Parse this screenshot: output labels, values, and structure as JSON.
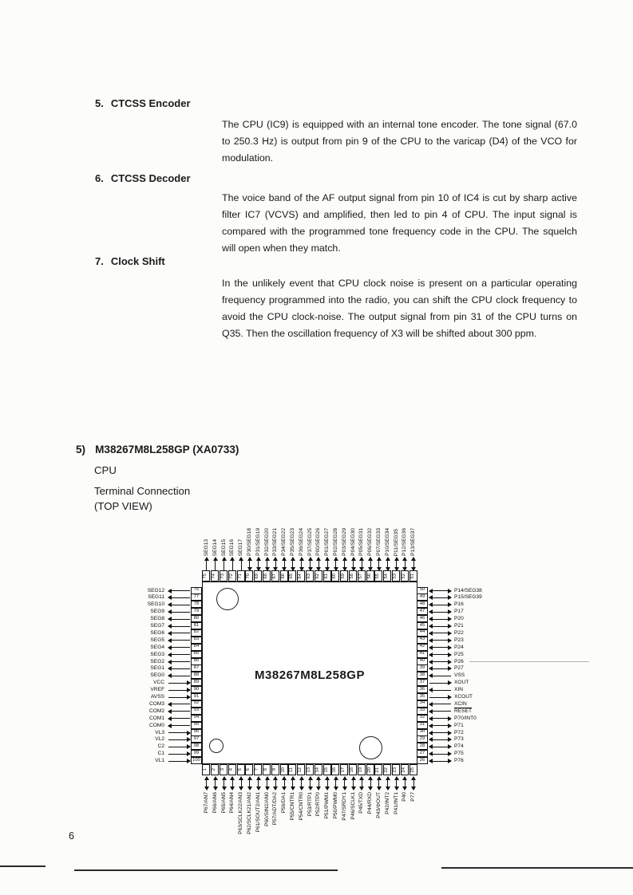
{
  "page": {
    "number": "6"
  },
  "colors": {
    "ink": "#1a1a1a",
    "paper": "#fcfcfa"
  },
  "sections": [
    {
      "num": "5.",
      "title": "CTCSS Encoder",
      "body": "The CPU (IC9) is equipped with an internal tone encoder. The tone signal (67.0 to 250.3 Hz) is output from pin 9 of the CPU to the varicap (D4) of the VCO for modulation."
    },
    {
      "num": "6.",
      "title": "CTCSS Decoder",
      "body": "The voice band of the AF output signal from pin 10 of IC4 is cut by sharp active filter IC7 (VCVS) and amplified, then led to pin 4 of CPU. The input signal is compared with the programmed tone frequency code in the CPU. The squelch will open when they match."
    },
    {
      "num": "7.",
      "title": "Clock Shift",
      "body": "In the unlikely event that CPU clock noise is present on a particular operating frequency programmed into the radio, you can shift the CPU clock frequency to avoid the CPU clock-noise. The output signal from pin 31 of the CPU turns on Q35. Then the oscillation frequency of X3 will be shifted about 300 ppm."
    }
  ],
  "part": {
    "index": "5)",
    "title": "M38267M8L258GP (XA0733)",
    "subtitle1": "CPU",
    "subtitle2": "Terminal Connection",
    "subtitle3": "(TOP VIEW)"
  },
  "chip": {
    "name": "M38267M8L258GP",
    "pins": {
      "left": [
        {
          "num": "76",
          "label": "SEG12",
          "dir": "out"
        },
        {
          "num": "77",
          "label": "SEG11",
          "dir": "out"
        },
        {
          "num": "78",
          "label": "SEG10",
          "dir": "out"
        },
        {
          "num": "79",
          "label": "SEG9",
          "dir": "out"
        },
        {
          "num": "80",
          "label": "SEG8",
          "dir": "out"
        },
        {
          "num": "81",
          "label": "SEG7",
          "dir": "out"
        },
        {
          "num": "82",
          "label": "SEG6",
          "dir": "out"
        },
        {
          "num": "83",
          "label": "SEG5",
          "dir": "out"
        },
        {
          "num": "84",
          "label": "SEG4",
          "dir": "out"
        },
        {
          "num": "85",
          "label": "SEG3",
          "dir": "out"
        },
        {
          "num": "86",
          "label": "SEG2",
          "dir": "out"
        },
        {
          "num": "87",
          "label": "SEG1",
          "dir": "out"
        },
        {
          "num": "88",
          "label": "SEG0",
          "dir": "out"
        },
        {
          "num": "89",
          "label": "VCC",
          "dir": "in"
        },
        {
          "num": "90",
          "label": "VREF",
          "dir": "in"
        },
        {
          "num": "91",
          "label": "AVSS",
          "dir": "in"
        },
        {
          "num": "92",
          "label": "COM3",
          "dir": "out"
        },
        {
          "num": "93",
          "label": "COM2",
          "dir": "out"
        },
        {
          "num": "94",
          "label": "COM1",
          "dir": "out"
        },
        {
          "num": "95",
          "label": "COM0",
          "dir": "out"
        },
        {
          "num": "96",
          "label": "VL3",
          "dir": "in"
        },
        {
          "num": "97",
          "label": "VL2",
          "dir": "in"
        },
        {
          "num": "98",
          "label": "C2",
          "dir": "in"
        },
        {
          "num": "99",
          "label": "C1",
          "dir": "in"
        },
        {
          "num": "100",
          "label": "VL1",
          "dir": "in"
        }
      ],
      "right": [
        {
          "num": "50",
          "label": "P14/SEG38",
          "dir": "bi"
        },
        {
          "num": "49",
          "label": "P15/SEG39",
          "dir": "bi"
        },
        {
          "num": "48",
          "label": "P16",
          "dir": "bi"
        },
        {
          "num": "47",
          "label": "P17",
          "dir": "bi"
        },
        {
          "num": "46",
          "label": "P20",
          "dir": "bi"
        },
        {
          "num": "45",
          "label": "P21",
          "dir": "bi"
        },
        {
          "num": "44",
          "label": "P22",
          "dir": "bi"
        },
        {
          "num": "43",
          "label": "P23",
          "dir": "bi"
        },
        {
          "num": "42",
          "label": "P24",
          "dir": "bi"
        },
        {
          "num": "41",
          "label": "P25",
          "dir": "bi"
        },
        {
          "num": "40",
          "label": "P26",
          "dir": "bi"
        },
        {
          "num": "39",
          "label": "P27",
          "dir": "bi"
        },
        {
          "num": "38",
          "label": "VSS",
          "dir": "in"
        },
        {
          "num": "37",
          "label": "XOUT",
          "dir": "out"
        },
        {
          "num": "36",
          "label": "XIN",
          "dir": "in"
        },
        {
          "num": "35",
          "label": "XCOUT",
          "dir": "out"
        },
        {
          "num": "34",
          "label": "XCIN",
          "dir": "in"
        },
        {
          "num": "33",
          "label": "RESET",
          "dir": "in",
          "overline": true
        },
        {
          "num": "32",
          "label": "P70/INT0",
          "dir": "bi"
        },
        {
          "num": "31",
          "label": "P71",
          "dir": "bi"
        },
        {
          "num": "30",
          "label": "P72",
          "dir": "bi"
        },
        {
          "num": "29",
          "label": "P73",
          "dir": "bi"
        },
        {
          "num": "28",
          "label": "P74",
          "dir": "bi"
        },
        {
          "num": "27",
          "label": "P75",
          "dir": "bi"
        },
        {
          "num": "26",
          "label": "P76",
          "dir": "bi"
        }
      ],
      "top": [
        {
          "num": "75",
          "label": "SEG13",
          "dir": "out"
        },
        {
          "num": "74",
          "label": "SEG14",
          "dir": "out"
        },
        {
          "num": "73",
          "label": "SEG15",
          "dir": "out"
        },
        {
          "num": "72",
          "label": "SEG16",
          "dir": "out"
        },
        {
          "num": "71",
          "label": "SEG17",
          "dir": "out"
        },
        {
          "num": "70",
          "label": "P30/SEG18",
          "dir": "bi"
        },
        {
          "num": "69",
          "label": "P31/SEG19",
          "dir": "bi"
        },
        {
          "num": "68",
          "label": "P32/SEG20",
          "dir": "bi"
        },
        {
          "num": "67",
          "label": "P33/SEG21",
          "dir": "bi"
        },
        {
          "num": "66",
          "label": "P34/SEG22",
          "dir": "bi"
        },
        {
          "num": "65",
          "label": "P35/SEG23",
          "dir": "bi"
        },
        {
          "num": "64",
          "label": "P36/SEG24",
          "dir": "bi"
        },
        {
          "num": "63",
          "label": "P37/SEG25",
          "dir": "bi"
        },
        {
          "num": "62",
          "label": "P00/SEG26",
          "dir": "bi"
        },
        {
          "num": "61",
          "label": "P01/SEG27",
          "dir": "bi"
        },
        {
          "num": "60",
          "label": "P02/SEG28",
          "dir": "bi"
        },
        {
          "num": "59",
          "label": "P03/SEG29",
          "dir": "bi"
        },
        {
          "num": "58",
          "label": "P04/SEG30",
          "dir": "bi"
        },
        {
          "num": "57",
          "label": "P05/SEG31",
          "dir": "bi"
        },
        {
          "num": "56",
          "label": "P06/SEG32",
          "dir": "bi"
        },
        {
          "num": "55",
          "label": "P07/SEG33",
          "dir": "bi"
        },
        {
          "num": "54",
          "label": "P10/SEG34",
          "dir": "bi"
        },
        {
          "num": "53",
          "label": "P11/SEG35",
          "dir": "bi"
        },
        {
          "num": "52",
          "label": "P12/SEG36",
          "dir": "bi"
        },
        {
          "num": "51",
          "label": "P13/SEG37",
          "dir": "bi"
        }
      ],
      "bottom": [
        {
          "num": "1",
          "label": "P67/AN7",
          "dir": "bi"
        },
        {
          "num": "2",
          "label": "P66/AN6",
          "dir": "bi"
        },
        {
          "num": "3",
          "label": "P65/AN5",
          "dir": "bi"
        },
        {
          "num": "4",
          "label": "P64/AN4",
          "dir": "bi"
        },
        {
          "num": "5",
          "label": "P63/SCLK22/AN3",
          "dir": "bi"
        },
        {
          "num": "6",
          "label": "P62/SCLK21/AN2",
          "dir": "bi"
        },
        {
          "num": "7",
          "label": "P61/SOUT2/AN1",
          "dir": "bi"
        },
        {
          "num": "8",
          "label": "P60/SIN2/AN0",
          "dir": "bi"
        },
        {
          "num": "9",
          "label": "P57/ADT/DA2",
          "dir": "bi"
        },
        {
          "num": "10",
          "label": "P56/DA1",
          "dir": "bi"
        },
        {
          "num": "11",
          "label": "P55/CNTR1",
          "dir": "bi"
        },
        {
          "num": "12",
          "label": "P54/CNTR0",
          "dir": "bi"
        },
        {
          "num": "13",
          "label": "P53/RTP1",
          "dir": "bi"
        },
        {
          "num": "14",
          "label": "P52/RTP0",
          "dir": "bi"
        },
        {
          "num": "15",
          "label": "P51/PWM1",
          "dir": "bi"
        },
        {
          "num": "16",
          "label": "P50/PWM0",
          "dir": "bi"
        },
        {
          "num": "17",
          "label": "P47/SRDY1",
          "dir": "bi"
        },
        {
          "num": "18",
          "label": "P46/SCLK1",
          "dir": "bi"
        },
        {
          "num": "19",
          "label": "P45/TXD",
          "dir": "bi"
        },
        {
          "num": "20",
          "label": "P44/RXD",
          "dir": "bi"
        },
        {
          "num": "21",
          "label": "P43/ΦOUT",
          "dir": "bi"
        },
        {
          "num": "22",
          "label": "P42/INT2",
          "dir": "bi"
        },
        {
          "num": "23",
          "label": "P41/INT1",
          "dir": "bi"
        },
        {
          "num": "24",
          "label": "P40",
          "dir": "bi"
        },
        {
          "num": "25",
          "label": "P77",
          "dir": "bi"
        }
      ]
    }
  }
}
